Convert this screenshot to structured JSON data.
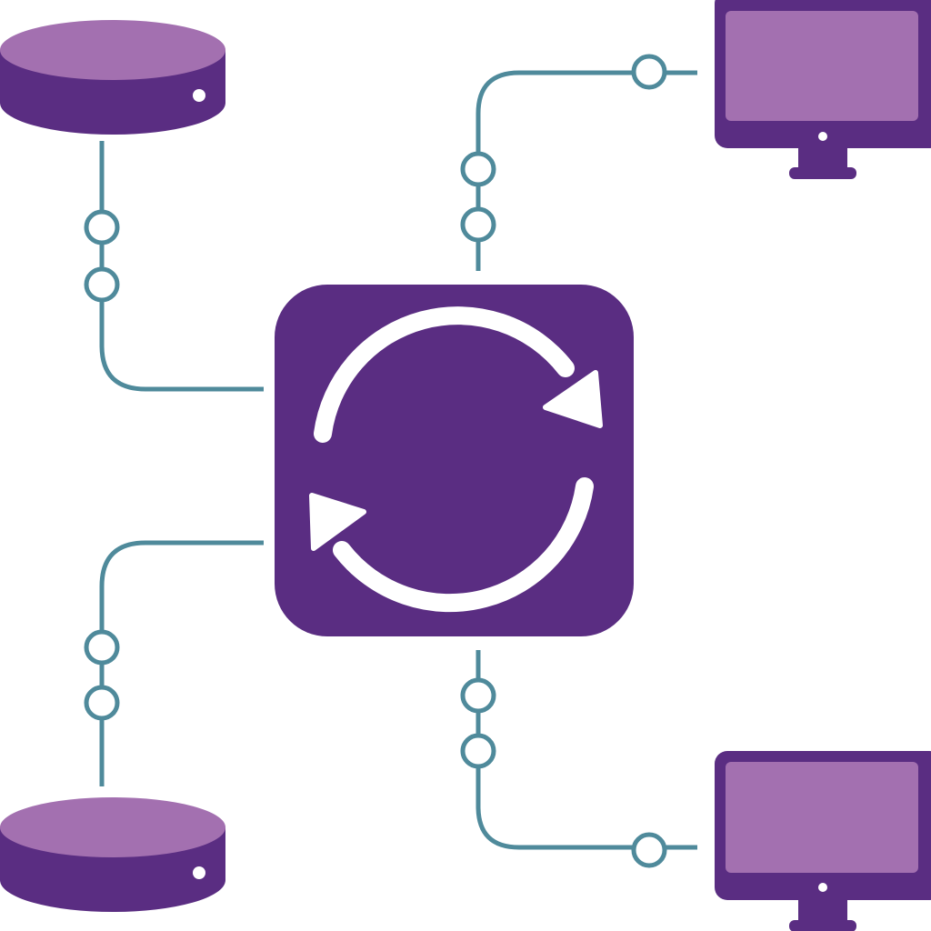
{
  "colors": {
    "dark_purple": "#5a2d82",
    "light_purple": "#a370b0",
    "connector": "#4f8a9b",
    "background": "#ffffff",
    "icon_white": "#ffffff"
  },
  "nodes": [
    {
      "icon": "database-disk-icon",
      "position": "top-left"
    },
    {
      "icon": "database-disk-icon",
      "position": "bottom-left"
    },
    {
      "icon": "monitor-icon",
      "position": "top-right"
    },
    {
      "icon": "monitor-icon",
      "position": "bottom-right"
    }
  ],
  "hub": {
    "icon": "sync-icon"
  }
}
